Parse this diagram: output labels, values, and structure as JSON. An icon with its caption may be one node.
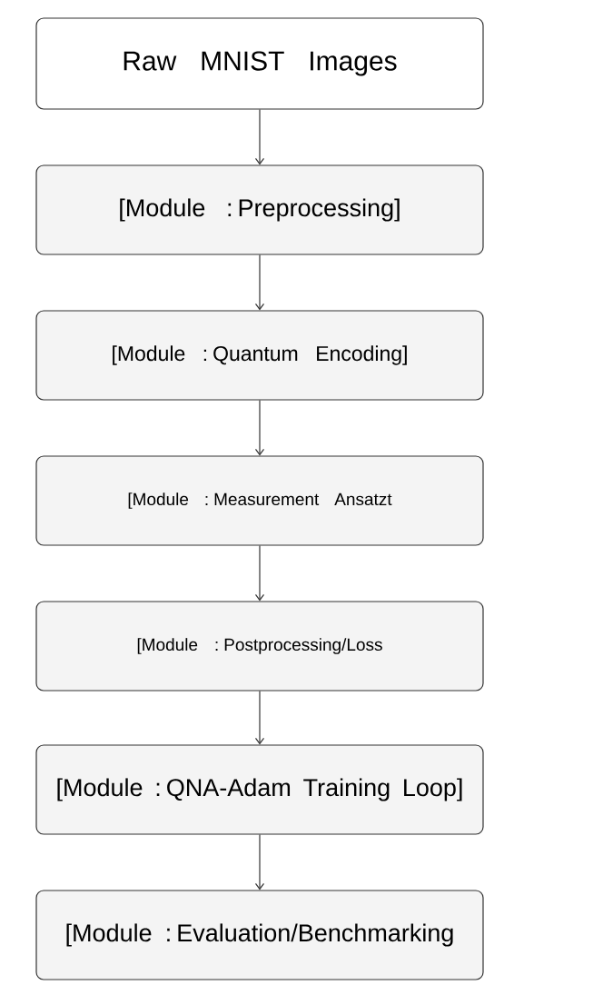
{
  "diagram": {
    "nodes": [
      {
        "text": [
          "Raw MNIST Images"
        ]
      },
      {
        "text": [
          "[Module : Preprocessing]"
        ]
      },
      {
        "text": [
          "[Module : Quantum Encoding]"
        ]
      },
      {
        "text": [
          "[Module : Measurement Ansatzt"
        ]
      },
      {
        "text": [
          "[Module : Postprocessing/Loss"
        ]
      },
      {
        "text": [
          "[Module : QNA-Adam Training Loop]"
        ]
      },
      {
        "text": [
          "[Module : Evaluation/Benchmarking"
        ]
      }
    ],
    "edges": [
      {
        "from": 0,
        "to": 1,
        "arrow": "to"
      },
      {
        "from": 1,
        "to": 2,
        "arrow": "to"
      },
      {
        "from": 2,
        "to": 3,
        "arrow": "to"
      },
      {
        "from": 3,
        "to": 4,
        "arrow": "to"
      },
      {
        "from": 4,
        "to": 5,
        "arrow": "to"
      },
      {
        "from": 5,
        "to": 6,
        "arrow": "to"
      }
    ]
  }
}
